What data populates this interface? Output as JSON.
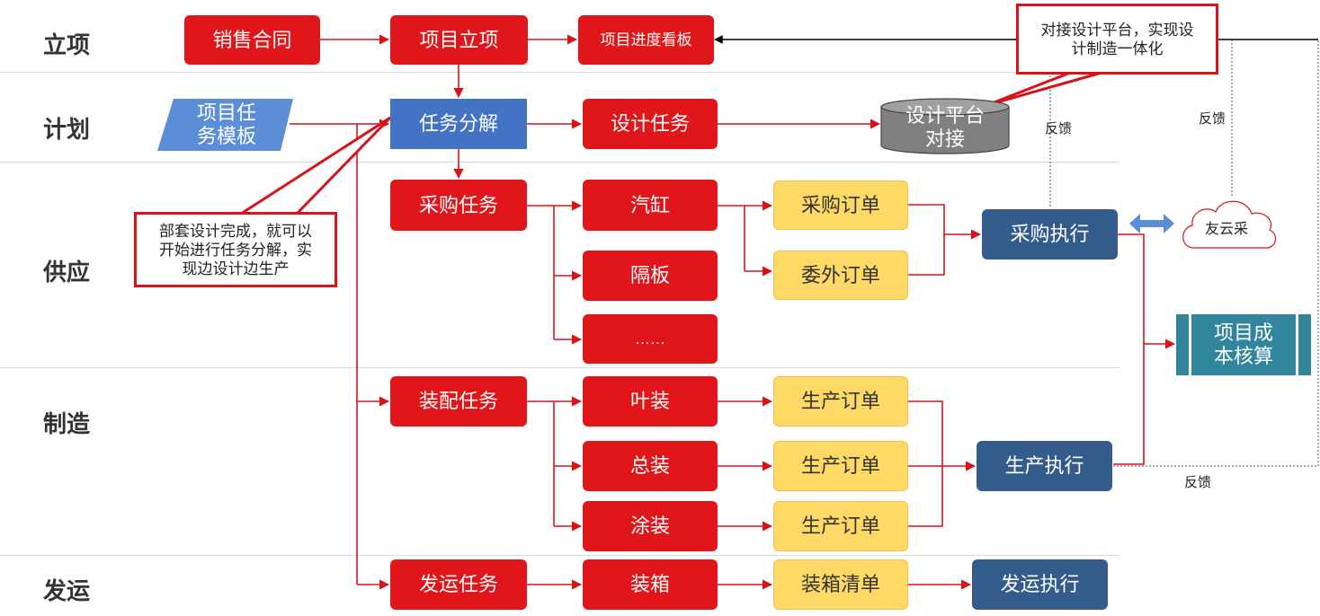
{
  "lanes": {
    "initiation": "立项",
    "planning": "计划",
    "supply": "供应",
    "manufacturing": "制造",
    "shipping": "发运"
  },
  "nodes": {
    "sales_contract": "销售合同",
    "project_initiation": "项目立项",
    "progress_board": "项目进度看板",
    "task_template": "项目任\n务模板",
    "task_breakdown": "任务分解",
    "design_task": "设计任务",
    "design_platform": "设计平台\n对接",
    "purchase_task": "采购任务",
    "cylinder": "汽缸",
    "partition": "隔板",
    "ellipsis": "……",
    "purchase_order": "采购订单",
    "outsourcing_order": "委外订单",
    "purchase_execution": "采购执行",
    "youyuncai": "友云采",
    "cost_accounting": "项目成\n本核算",
    "assembly_task": "装配任务",
    "blade_assembly": "叶装",
    "general_assembly": "总装",
    "painting": "涂装",
    "production_order_1": "生产订单",
    "production_order_2": "生产订单",
    "production_order_3": "生产订单",
    "production_execution": "生产执行",
    "shipping_task": "发运任务",
    "packing": "装箱",
    "packing_list": "装箱清单",
    "shipping_execution": "发运执行"
  },
  "callouts": {
    "design_platform_note": "对接设计平台，实现设\n计制造一体化",
    "design_complete_note": "部套设计完成，就可以\n开始进行任务分解，实\n现边设计边生产"
  },
  "feedback_labels": {
    "feedback_1": "反馈",
    "feedback_2": "反馈",
    "feedback_3": "反馈"
  },
  "colors": {
    "task_red": "#e0161b",
    "order_yellow": "#ffd966",
    "execution_navy": "#335c8c",
    "breakdown_blue": "#4472c4",
    "template_blue": "#5b8ed6",
    "cost_teal": "#31859c",
    "platform_gray": "#7f7f7f",
    "connector_red": "#d9121a"
  }
}
